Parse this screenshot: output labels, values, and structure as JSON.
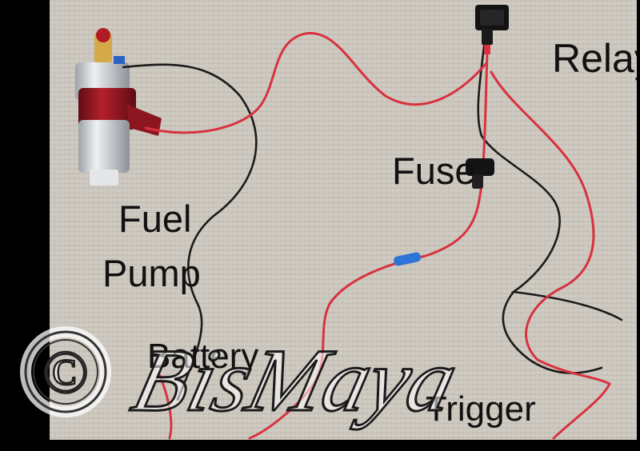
{
  "labels": {
    "relay": "Relay",
    "fuse": "Fuse",
    "fuel": "Fuel",
    "pump": "Pump",
    "battery": "Battery",
    "trigger": "Trigger"
  },
  "watermark": {
    "symbol": "©",
    "text": "BisMaya"
  },
  "colors": {
    "carpet": "#cbc6bd",
    "red_wire": "#d8323f",
    "black_wire": "#1c1c1c",
    "pump_red": "#8c1620",
    "pump_silver": "#c7cbd0",
    "border": "#000000"
  }
}
